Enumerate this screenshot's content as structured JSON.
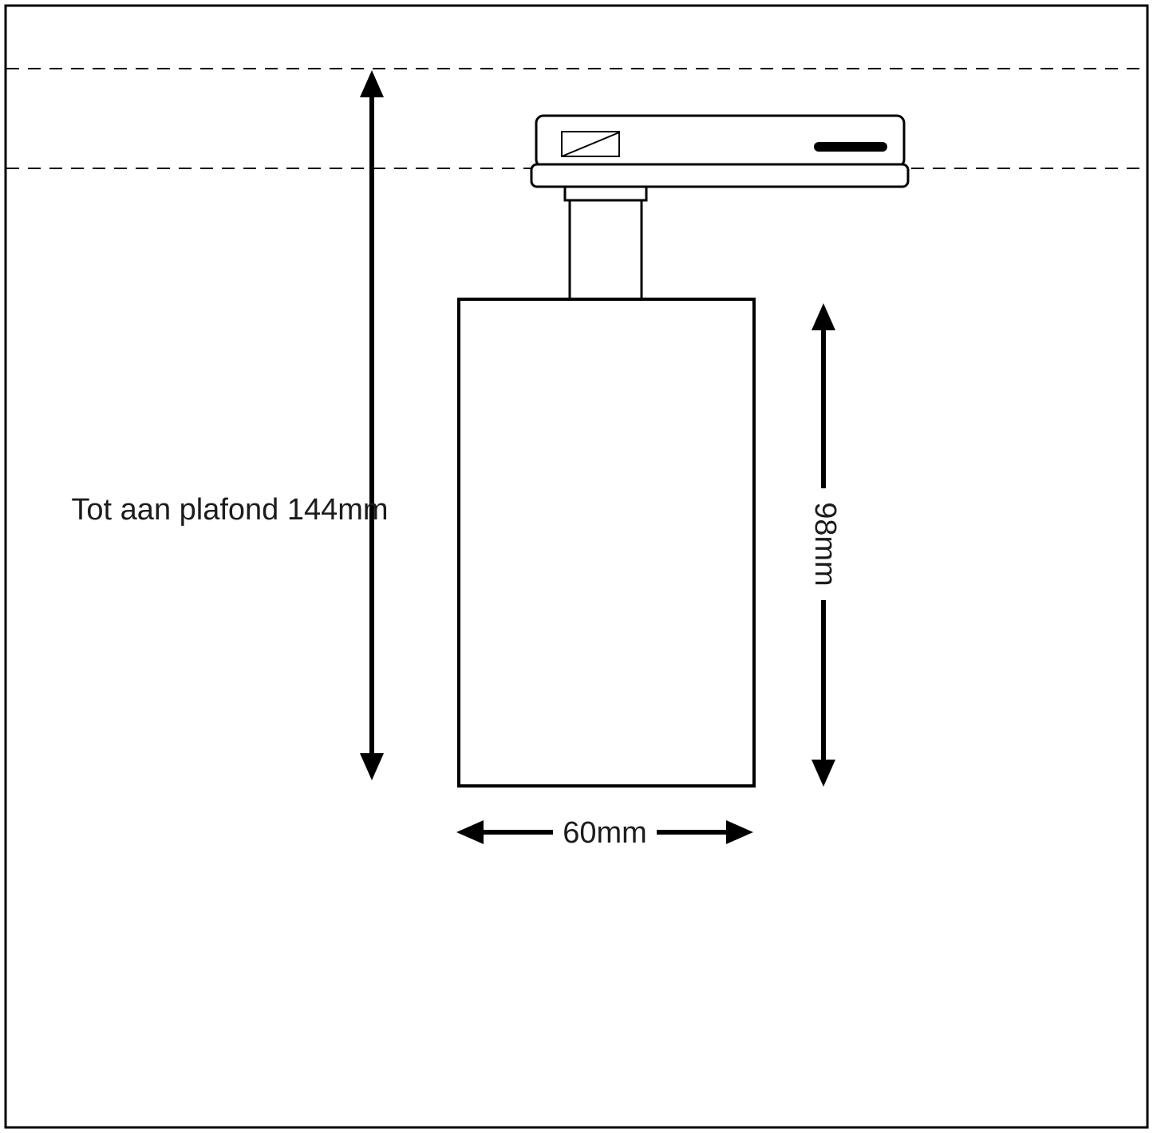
{
  "page": {
    "background": "#ffffff",
    "line_color": "#000000",
    "text_color": "#1c1c1c"
  },
  "diagram": {
    "type": "technical-dimension-drawing",
    "subject": "track-mounted-spotlight",
    "dimensions": {
      "ceiling_label": "Tot aan plafond 144mm",
      "height_label": "98mm",
      "width_label": "60mm"
    }
  }
}
